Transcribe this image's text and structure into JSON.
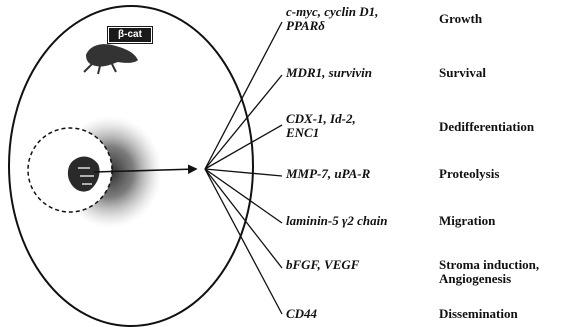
{
  "cell": {
    "badge_label": "β-cat"
  },
  "targets": [
    {
      "genes": "c-myc, cyclin D1,\nPPARδ",
      "role": "Growth"
    },
    {
      "genes": "MDR1, survivin",
      "role": "Survival"
    },
    {
      "genes": "CDX-1, Id-2,\nENC1",
      "role": "Dedifferentiation"
    },
    {
      "genes": "MMP-7, uPA-R",
      "role": "Proteolysis"
    },
    {
      "genes": "laminin-5 γ2 chain",
      "role": "Migration"
    },
    {
      "genes": "bFGF, VEGF",
      "role": "Stroma induction,\nAngiogenesis"
    },
    {
      "genes": "CD44",
      "role": "Dissemination"
    }
  ]
}
